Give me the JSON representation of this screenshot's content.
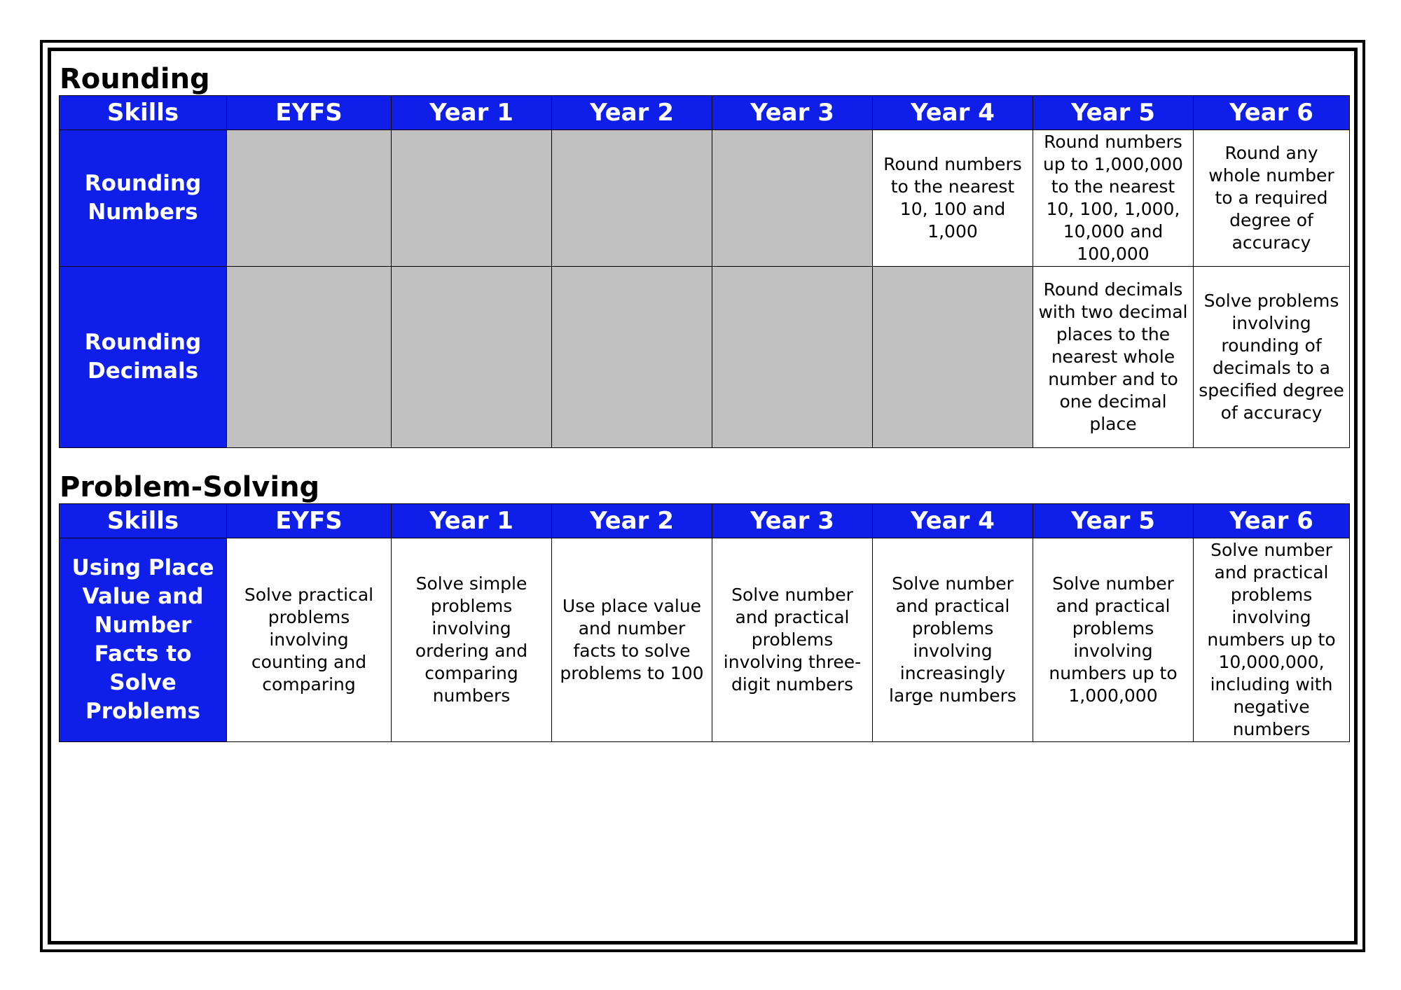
{
  "sections": [
    {
      "title": "Rounding",
      "headers": [
        "Skills",
        "EYFS",
        "Year 1",
        "Year 2",
        "Year 3",
        "Year 4",
        "Year 5",
        "Year 6"
      ],
      "rows": [
        {
          "skill": "Rounding Numbers",
          "cells": [
            "",
            "",
            "",
            "",
            "Round numbers to the nearest 10, 100 and 1,000",
            "Round numbers up to 1,000,000 to the nearest 10, 100, 1,000, 10,000 and 100,000",
            "Round any whole number to a required degree of accuracy"
          ]
        },
        {
          "skill": "Rounding Decimals",
          "cells": [
            "",
            "",
            "",
            "",
            "",
            "Round decimals with two decimal places to the nearest whole number and to one decimal place",
            "Solve problems involving rounding of decimals to a specified degree of accuracy"
          ]
        }
      ]
    },
    {
      "title": "Problem-Solving",
      "headers": [
        "Skills",
        "EYFS",
        "Year 1",
        "Year 2",
        "Year 3",
        "Year 4",
        "Year 5",
        "Year 6"
      ],
      "rows": [
        {
          "skill": "Using Place Value and Number Facts to Solve Problems",
          "cells": [
            "Solve practical problems involving counting and comparing",
            "Solve simple problems involving ordering and comparing numbers",
            "Use place value and number facts to solve problems to 100",
            "Solve number and practical problems involving three-digit numbers",
            "Solve number and practical problems involving increasingly large numbers",
            "Solve number and practical problems involving numbers up to 1,000,000",
            "Solve number and practical problems involving numbers up to 10,000,000, including with negative numbers"
          ]
        }
      ]
    }
  ]
}
